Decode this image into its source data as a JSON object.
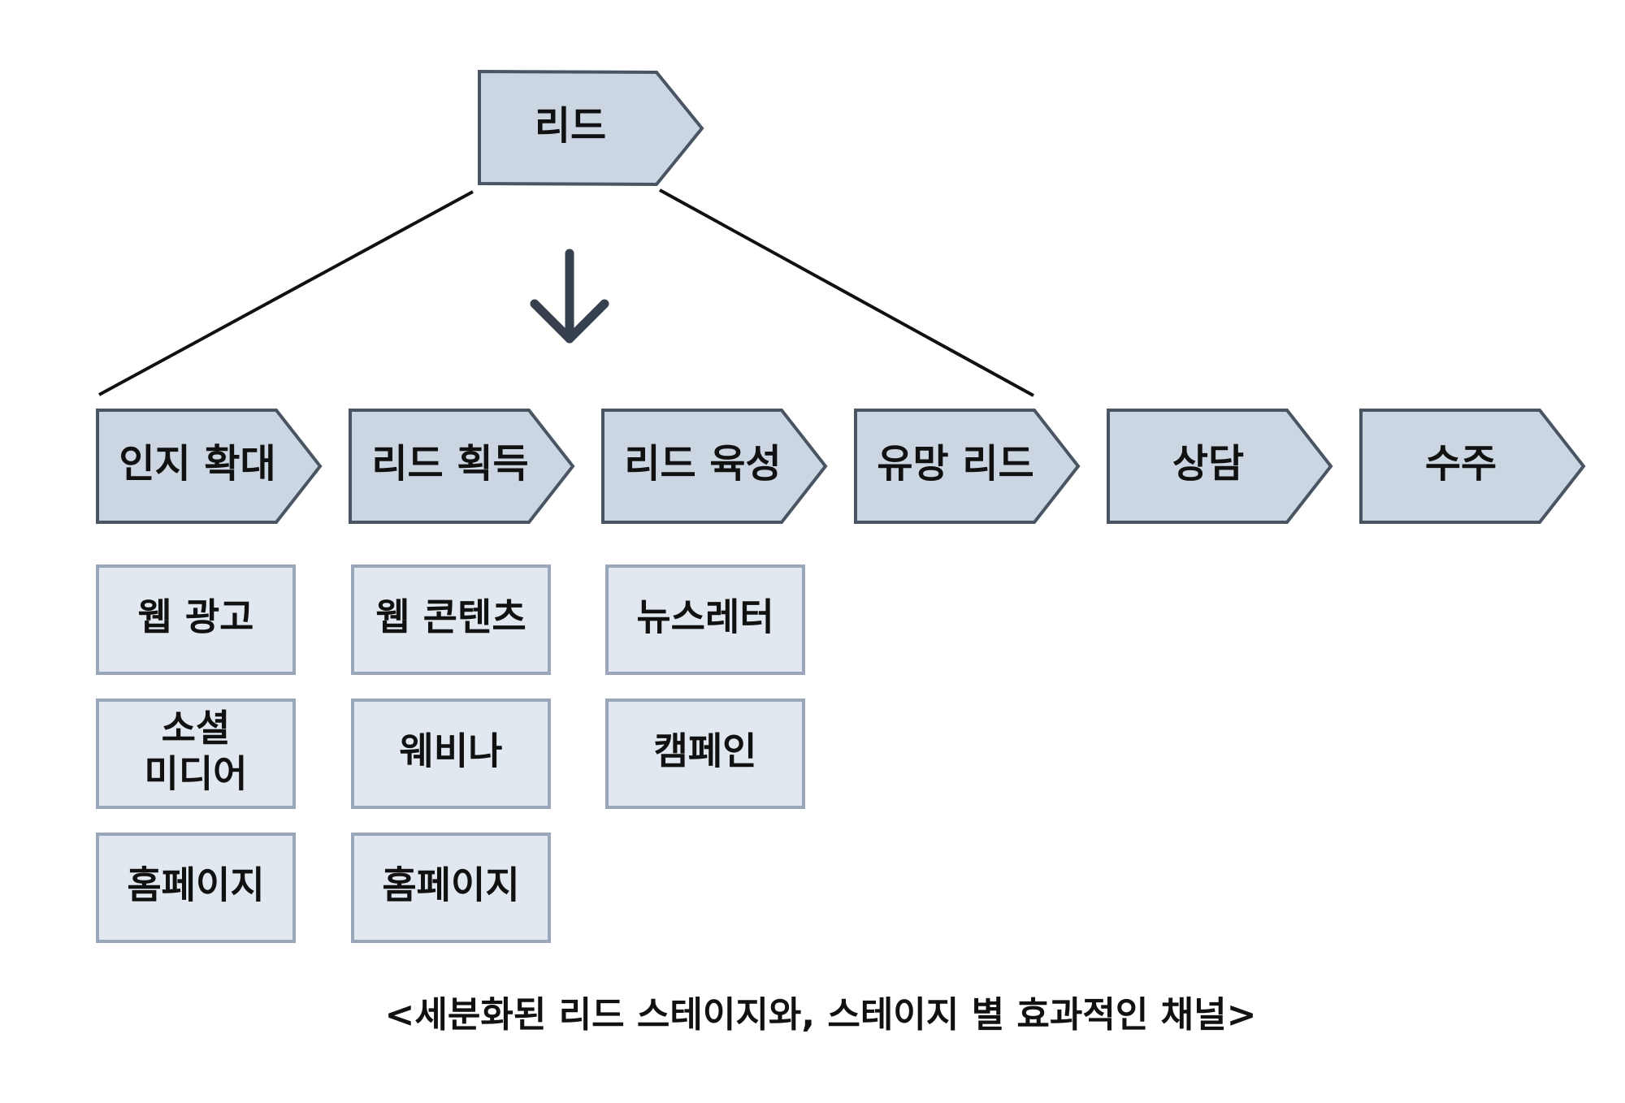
{
  "top_stage": {
    "label": "리드"
  },
  "stages": [
    {
      "label": "인지 확대"
    },
    {
      "label": "리드 획득"
    },
    {
      "label": "리드 육성"
    },
    {
      "label": "유망 리드"
    },
    {
      "label": "상담"
    },
    {
      "label": "수주"
    }
  ],
  "channels": [
    {
      "stage": 0,
      "items": [
        [
          "웹 광고"
        ],
        [
          "소셜",
          "미디어"
        ],
        [
          "홈페이지"
        ]
      ]
    },
    {
      "stage": 1,
      "items": [
        [
          "웹 콘텐츠"
        ],
        [
          "웨비나"
        ],
        [
          "홈페이지"
        ]
      ]
    },
    {
      "stage": 2,
      "items": [
        [
          "뉴스레터"
        ],
        [
          "캠페인"
        ]
      ]
    }
  ],
  "caption": "<세분화된 리드 스테이지와, 스테이지 별 효과적인 채널>",
  "colors": {
    "stage_fill": "#ccd6e2",
    "stage_stroke": "#4a5563",
    "channel_fill": "#e2e8f0",
    "channel_stroke": "#9aa7bb",
    "arrow": "#36404f",
    "connector": "#111111"
  },
  "icons": {
    "expand_arrow": "arrow-down-icon"
  }
}
